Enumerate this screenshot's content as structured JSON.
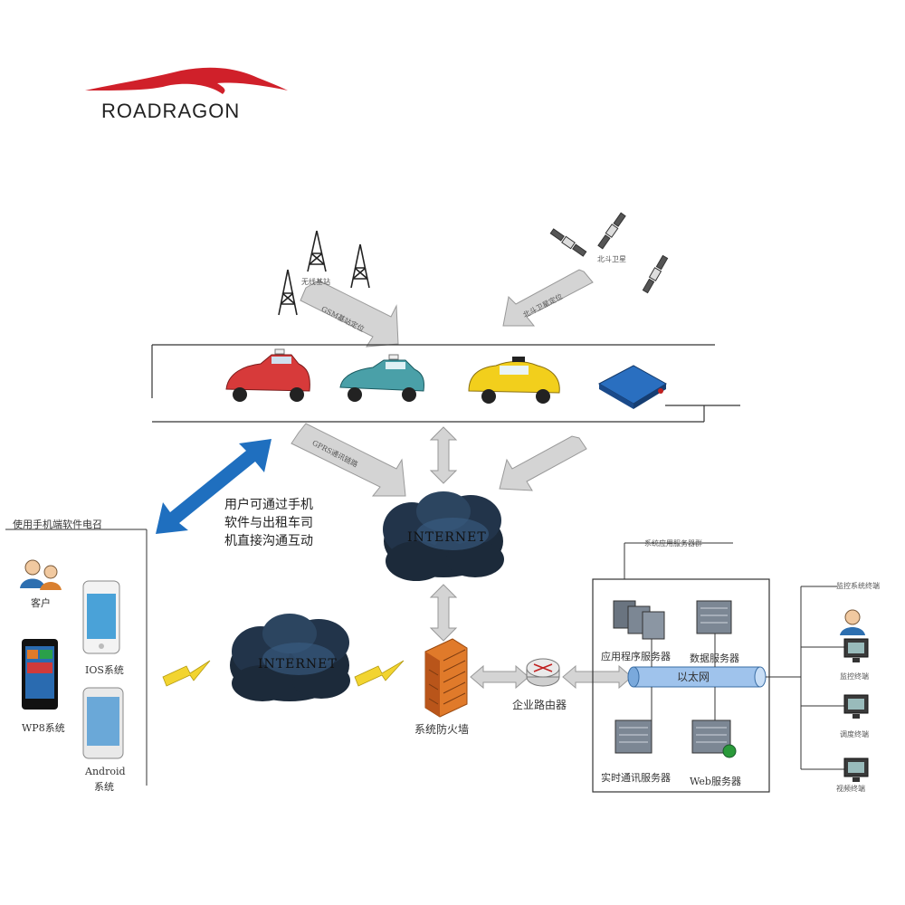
{
  "logo": {
    "text": "ROADRAGON",
    "color_primary": "#d0202a",
    "color_text": "#222222"
  },
  "labels": {
    "base_station": "无线基站",
    "gsm_arrow": "GSM基站定位",
    "satellite": "北斗卫星",
    "bds_arrow": "北斗卫星定位",
    "gprs_arrow": "GPRS通讯链路",
    "mobile_title": "使用手机端软件电召",
    "customer": "客户",
    "wp8": "WP8系统",
    "ios": "IOS系统",
    "android_1": "Android",
    "android_2": "系统",
    "note_lines": [
      "用户可通过手机",
      "软件与出租车司",
      "机直接沟通互动"
    ],
    "internet": "INTERNET",
    "firewall": "系统防火墙",
    "router": "企业路由器",
    "server_group": "系统应用服务器群",
    "app_server": "应用程序服务器",
    "data_server": "数据服务器",
    "ethernet": "以太网",
    "realtime_server": "实时通讯服务器",
    "web_server": "Web服务器",
    "monitor_group": "监控系统终端",
    "monitor_terminal": "监控终端",
    "dispatch_terminal": "调度终端",
    "video_terminal": "视频终端"
  },
  "colors": {
    "blue_arrow": "#1f6fbf",
    "gray_arrow": "#cfcfcf",
    "cloud_dark": "#1c2a3a",
    "cloud_blue": "#3a5f86",
    "firewall": "#e07a2a",
    "ethernet": "#9fc3ec",
    "lightning": "#f2d430"
  }
}
